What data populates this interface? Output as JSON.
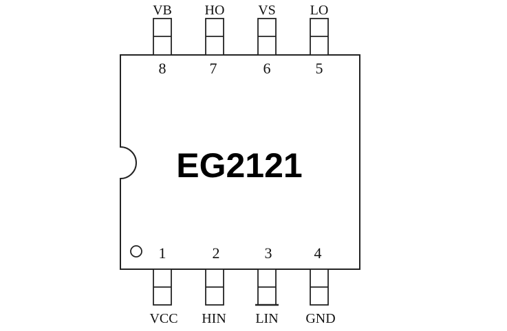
{
  "chip": {
    "part_number": "EG2121"
  },
  "top_pins": [
    {
      "name": "VB",
      "number": "8"
    },
    {
      "name": "HO",
      "number": "7"
    },
    {
      "name": "VS",
      "number": "6"
    },
    {
      "name": "LO",
      "number": "5"
    }
  ],
  "bottom_pins": [
    {
      "name": "VCC",
      "number": "1"
    },
    {
      "name": "HIN",
      "number": "2"
    },
    {
      "name": "LIN",
      "number": "3"
    },
    {
      "name": "GND",
      "number": "4"
    }
  ],
  "colors": {
    "stroke": "#222222",
    "text": "#111111",
    "background": "#ffffff"
  }
}
